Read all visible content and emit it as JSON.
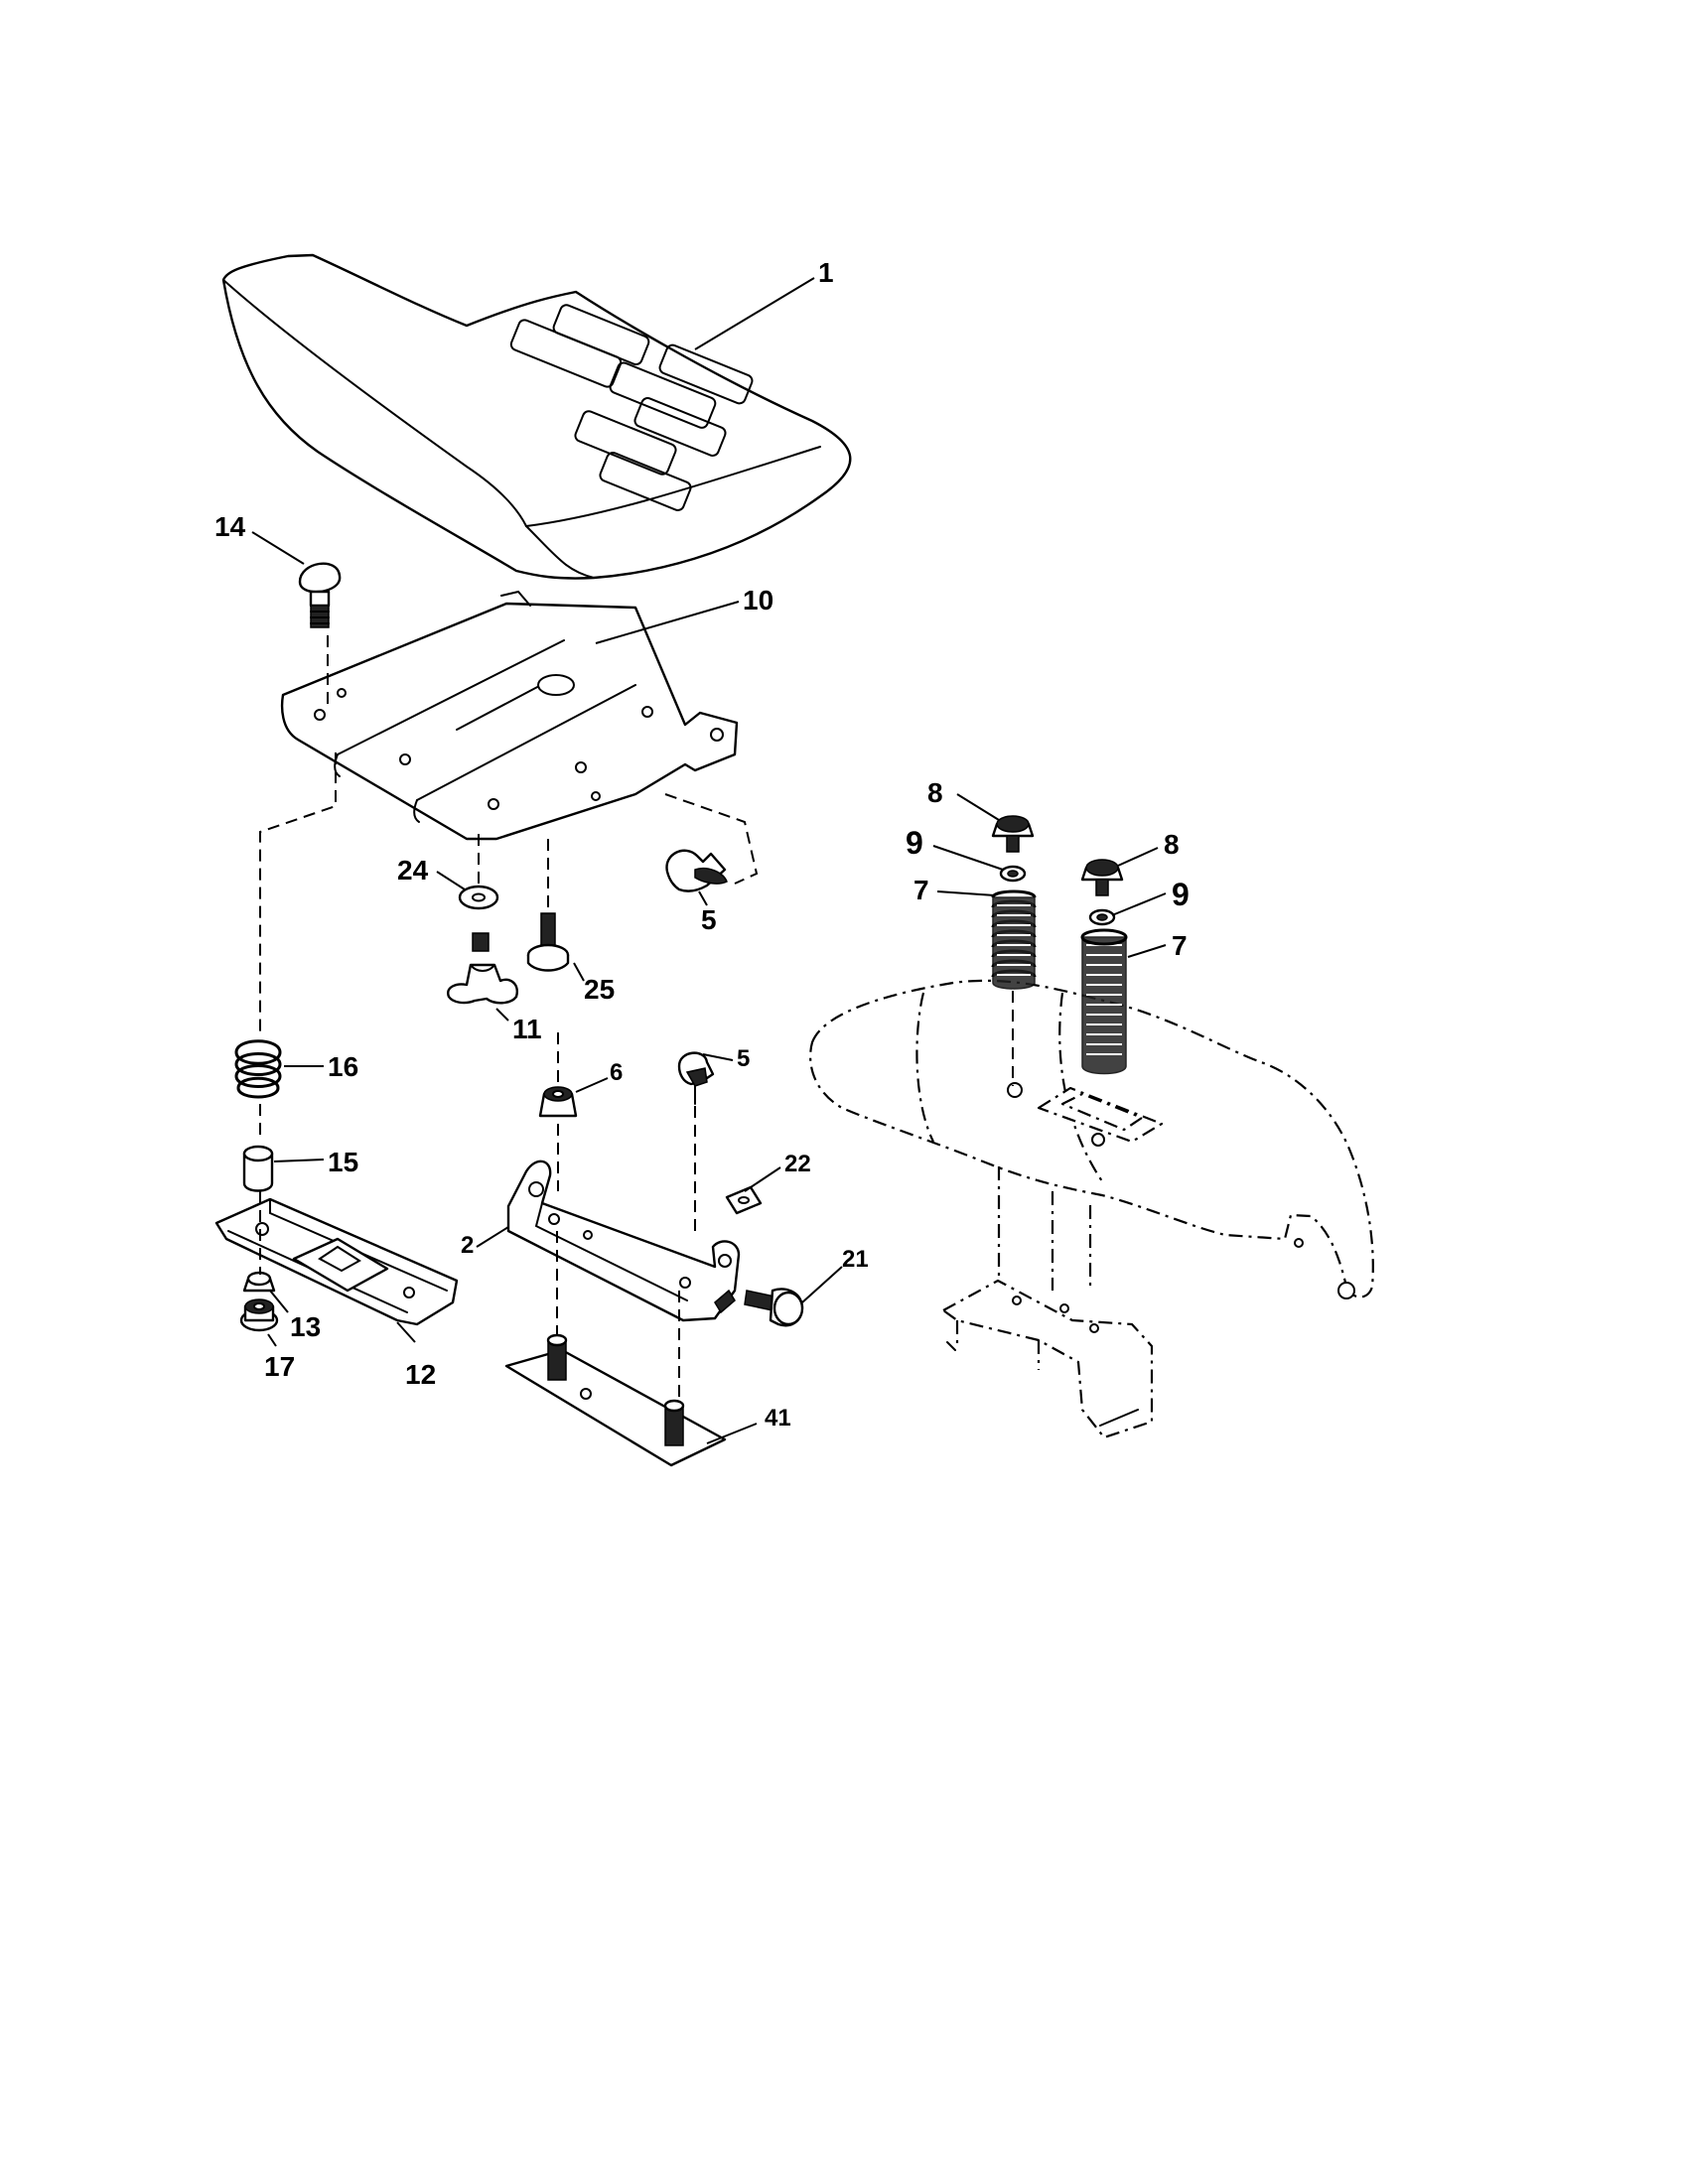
{
  "callouts": [
    {
      "id": "c1",
      "text": "1"
    },
    {
      "id": "c14",
      "text": "14"
    },
    {
      "id": "c10",
      "text": "10"
    },
    {
      "id": "c24",
      "text": "24"
    },
    {
      "id": "c5a",
      "text": "5"
    },
    {
      "id": "c25",
      "text": "25"
    },
    {
      "id": "c11",
      "text": "11"
    },
    {
      "id": "c16",
      "text": "16"
    },
    {
      "id": "c15",
      "text": "15"
    },
    {
      "id": "c13",
      "text": "13"
    },
    {
      "id": "c17",
      "text": "17"
    },
    {
      "id": "c12",
      "text": "12"
    },
    {
      "id": "c6",
      "text": "6"
    },
    {
      "id": "c5b",
      "text": "5"
    },
    {
      "id": "c22",
      "text": "22"
    },
    {
      "id": "c2",
      "text": "2"
    },
    {
      "id": "c21",
      "text": "21"
    },
    {
      "id": "c41",
      "text": "41"
    },
    {
      "id": "c8a",
      "text": "8"
    },
    {
      "id": "c9a",
      "text": "9"
    },
    {
      "id": "c7a",
      "text": "7"
    },
    {
      "id": "c8b",
      "text": "8"
    },
    {
      "id": "c9b",
      "text": "9"
    },
    {
      "id": "c7b",
      "text": "7"
    }
  ]
}
